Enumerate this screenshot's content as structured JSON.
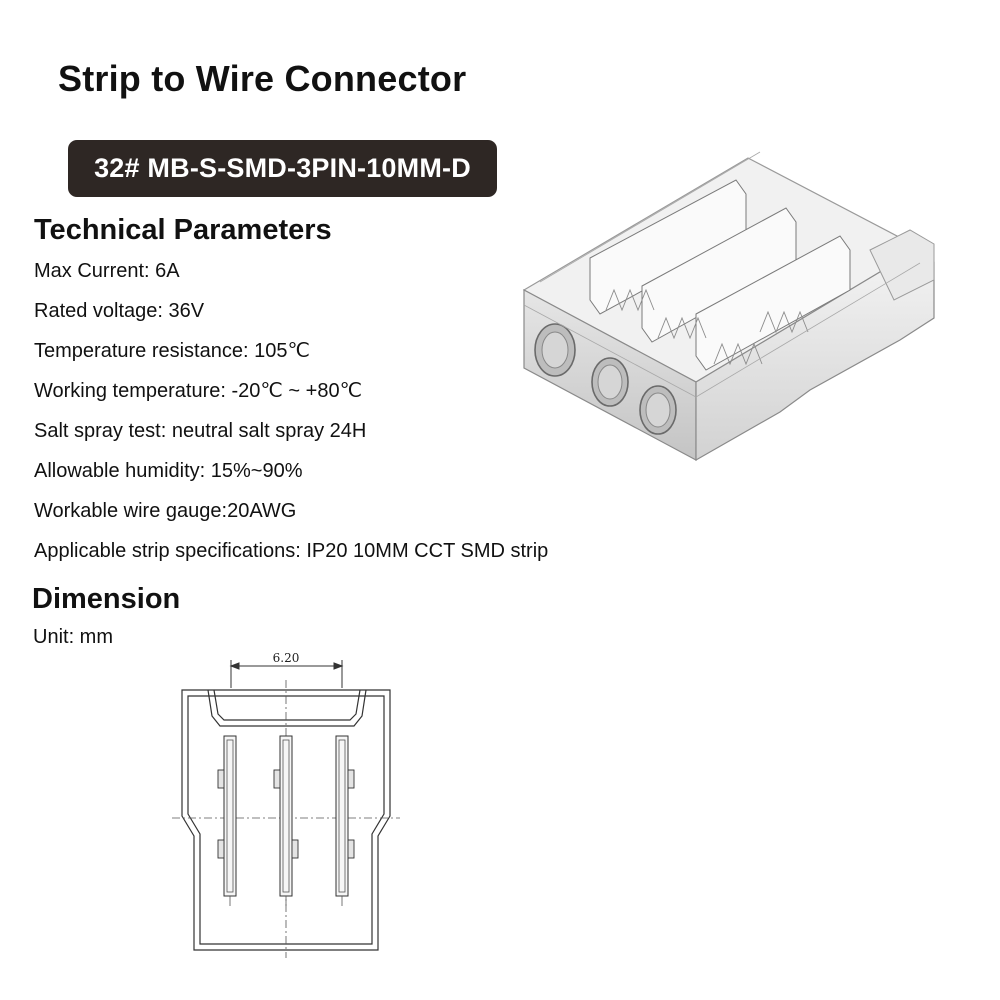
{
  "title": "Strip to Wire Connector",
  "model": "32# MB-S-SMD-3PIN-10MM-D",
  "technical": {
    "heading": "Technical Parameters",
    "params": [
      "Max Current: 6A",
      "Rated voltage: 36V",
      "Temperature resistance: 105℃",
      "Working temperature: -20℃ ~ +80℃",
      "Salt spray test: neutral salt spray 24H",
      "Allowable humidity: 15%~90%",
      "Workable wire gauge:20AWG",
      "Applicable strip specifications: IP20 10MM CCT SMD strip"
    ]
  },
  "dimension": {
    "heading": "Dimension",
    "unit": "Unit: mm",
    "width_label": "6.20"
  },
  "colors": {
    "badge_bg": "#2e2724",
    "badge_text": "#ffffff",
    "text": "#111111"
  }
}
